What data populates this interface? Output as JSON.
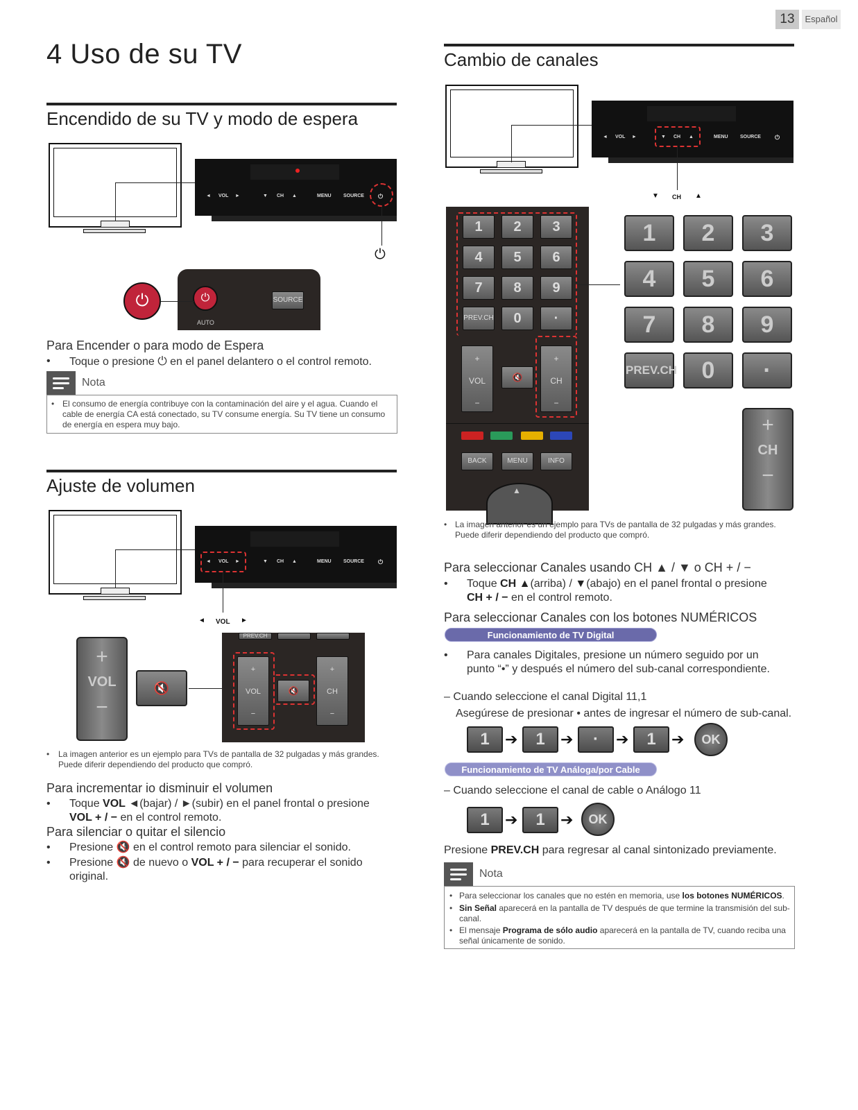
{
  "page": {
    "number": "13",
    "language": "Español"
  },
  "chapter": {
    "title": "4   Uso de su TV"
  },
  "power": {
    "heading": "Encendido de su TV y modo de espera",
    "panel_labels": {
      "vol": "VOL",
      "ch": "CH",
      "menu": "MENU",
      "source": "SOURCE"
    },
    "remote_source": "SOURCE",
    "remote_auto": "AUTO",
    "subheading": "Para Encender o para modo de Espera",
    "bullet_pre": "Toque o presione",
    "bullet_post": "en el panel delantero o el control remoto.",
    "note_label": "Nota",
    "note_text": "El consumo de energía contribuye con la contaminación del aire y el agua. Cuando el cable de energía CA está conectado, su TV consume energía. Su TV tiene un consumo de energía en espera muy bajo."
  },
  "volume": {
    "heading": "Ajuste de volumen",
    "vol_label": "VOL",
    "ch_label": "CH",
    "prevch": "PREV.CH",
    "image_note": "La imagen anterior es un ejemplo para TVs de pantalla de 32 pulgadas y más grandes. Puede diferir dependiendo del producto que compró.",
    "sub1": "Para incrementar io disminuir el volumen",
    "b1_toque": "Toque",
    "b1_vol": "VOL",
    "b1_mid": "◄(bajar) / ►(subir) en el panel frontal o presione",
    "b1_volpm": "VOL + / −",
    "b1_end": "en el control remoto.",
    "sub2": "Para silenciar o quitar el silencio",
    "b2_pre": "Presione",
    "b2_post": "en el control remoto para silenciar el sonido.",
    "b3_pre": "Presione",
    "b3_mid": "de nuevo o",
    "b3_vol": "VOL + / −",
    "b3_post": "para recuperar el sonido",
    "b3_end": "original."
  },
  "channel": {
    "heading": "Cambio de canales",
    "ch_label": "CH",
    "keypad": [
      "1",
      "2",
      "3",
      "4",
      "5",
      "6",
      "7",
      "8",
      "9"
    ],
    "prevch": "PREV.CH",
    "zero": "0",
    "dot": "·",
    "remote_buttons": {
      "back": "BACK",
      "menu": "MENU",
      "info": "INFO",
      "vol": "VOL",
      "ch": "CH"
    },
    "image_note": "La imagen anterior es un ejemplo para TVs de pantalla de 32 pulgadas y más grandes. Puede diferir dependiendo del producto que compró.",
    "sub1": "Para seleccionar Canales usando CH ▲ / ▼ o CH + / −",
    "b1_toque": "Toque",
    "b1_ch": "CH ▲",
    "b1_mid": "(arriba) /",
    "b1_down": "▼",
    "b1_rest": "(abajo) en el panel frontal o presione",
    "b1_chpm": "CH + / −",
    "b1_end": "en el control remoto.",
    "sub2": "Para seleccionar Canales con los botones NUMÉRICOS",
    "pill_digital": "Funcionamiento de TV Digital",
    "digital_bullet": "Para canales Digitales, presione un número seguido por un punto “•” y después el número del sub-canal correspondiente.",
    "digital_case": "–  Cuando seleccione el canal Digital 11,1",
    "digital_hint": "Asegúrese de presionar • antes de ingresar el número de sub-canal.",
    "seq_digital": [
      "1",
      "1",
      "·",
      "1"
    ],
    "ok": "OK",
    "pill_analog": "Funcionamiento de TV Análoga/por Cable",
    "analog_case": "–  Cuando seleccione el canal de cable o Análogo 11",
    "seq_analog": [
      "1",
      "1"
    ],
    "prev_pre": "Presione",
    "prev_key": "PREV.CH",
    "prev_post": "para regresar al canal sintonizado previamente.",
    "note_label": "Nota",
    "note1_pre": "Para seleccionar los canales que no estén en memoria, use",
    "note1_b": "los botones NUMÉRICOS",
    "note2_b": "Sin Señal",
    "note2_post": "aparecerá en la pantalla de TV después de que termine la transmisión del sub-canal.",
    "note3_pre": "El mensaje",
    "note3_b": "Programa de sólo audio",
    "note3_post": "aparecerá en la pantalla de TV, cuando reciba una señal únicamente de sonido."
  },
  "colors": {
    "highlight": "#dd3333",
    "power_red": "#c0243a",
    "pill_digital": "#6a6aaa",
    "pill_analog": "#8f90c8"
  }
}
